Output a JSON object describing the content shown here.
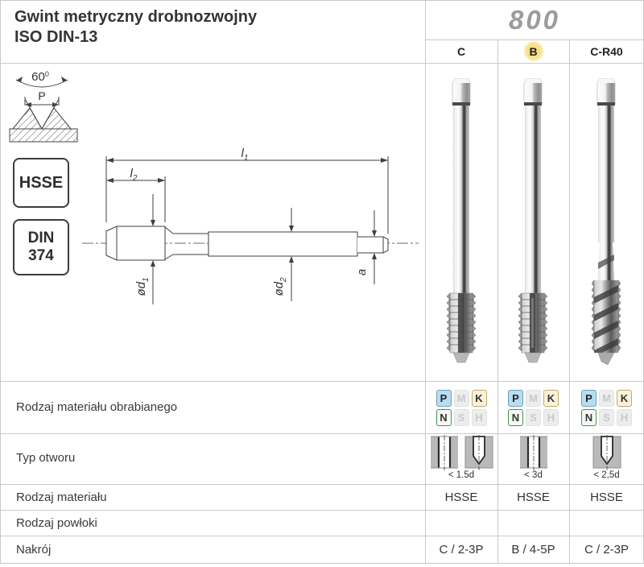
{
  "page": {
    "title_line1": "Gwint metryczny drobnozwojny",
    "title_line2": "ISO DIN-13",
    "series": "800"
  },
  "columns": [
    {
      "label": "C",
      "highlight": false
    },
    {
      "label": "B",
      "highlight": true
    },
    {
      "label": "C-R40",
      "highlight": false
    }
  ],
  "colors": {
    "highlight_yellow": "#f4d863",
    "badge_p_bg": "#b9ddec",
    "badge_k_bg": "#f8f2da",
    "badge_n_border": "#44934e",
    "grid_line": "#c9c9c9"
  },
  "left_panel": {
    "thread_profile": {
      "angle": "60",
      "angle_sup": "0",
      "pitch": "P"
    },
    "material_box": "HSSE",
    "standard_box": {
      "line1": "DIN",
      "line2": "374"
    }
  },
  "drawing": {
    "dims": {
      "l1": {
        "base": "l",
        "sub": "1"
      },
      "l2": {
        "base": "l",
        "sub": "2"
      },
      "d1": {
        "base": "ød",
        "sub": "1"
      },
      "d2": {
        "base": "ød",
        "sub": "2"
      },
      "a": {
        "base": "a",
        "sub": ""
      }
    }
  },
  "taps": [
    {
      "image": "straight-flute-tap"
    },
    {
      "image": "straight-flute-tap"
    },
    {
      "image": "spiral-flute-tap"
    }
  ],
  "rows": {
    "workpiece": {
      "label": "Rodzaj materiału obrabianego",
      "badge_letters_top": [
        "P",
        "M",
        "K"
      ],
      "badge_letters_bottom": [
        "N",
        "S",
        "H"
      ],
      "active_groups": [
        "P",
        "K",
        "N"
      ]
    },
    "hole_type": {
      "label": "Typ otworu",
      "cells": [
        {
          "icons": [
            "through-hole",
            "blind-hole"
          ],
          "caption": "< 1.5d"
        },
        {
          "icons": [
            "through-hole"
          ],
          "caption": "< 3d"
        },
        {
          "icons": [
            "blind-hole"
          ],
          "caption": "< 2,5d"
        }
      ]
    },
    "material": {
      "label": "Rodzaj materiału",
      "values": [
        "HSSE",
        "HSSE",
        "HSSE"
      ]
    },
    "coating": {
      "label": "Rodzaj powłoki",
      "values": [
        "",
        "",
        ""
      ]
    },
    "chamfer": {
      "label": "Nakrój",
      "values": [
        "C / 2-3P",
        "B / 4-5P",
        "C / 2-3P"
      ]
    }
  }
}
